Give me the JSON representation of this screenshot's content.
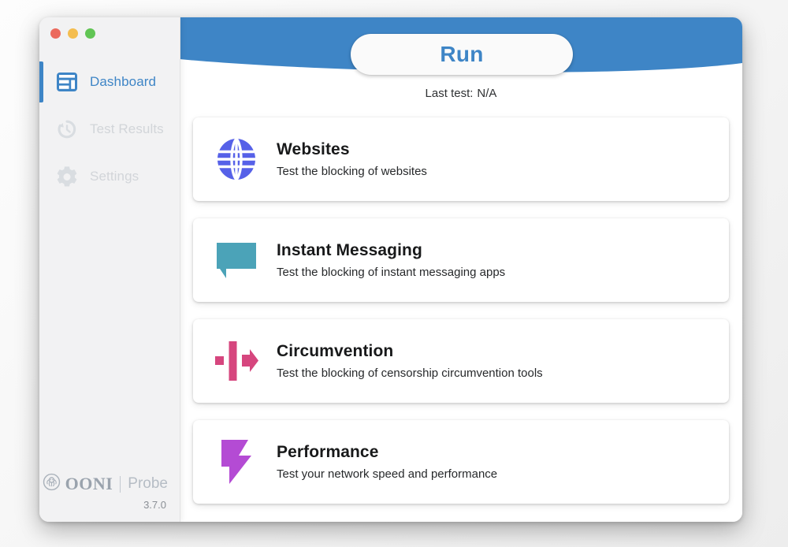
{
  "window": {
    "traffic_lights": [
      {
        "name": "close",
        "color": "#eb6a5d"
      },
      {
        "name": "minimize",
        "color": "#f4bd4f"
      },
      {
        "name": "maximize",
        "color": "#61c554"
      }
    ]
  },
  "sidebar": {
    "items": [
      {
        "label": "Dashboard",
        "icon": "dashboard-icon",
        "active": true
      },
      {
        "label": "Test Results",
        "icon": "history-clock-icon",
        "active": false
      },
      {
        "label": "Settings",
        "icon": "gear-icon",
        "active": false
      }
    ],
    "footer": {
      "brand": "OONI",
      "product": "Probe",
      "version": "3.7.0"
    }
  },
  "header": {
    "run_label": "Run",
    "last_test_label": "Last test:",
    "last_test_value": "N/A",
    "accent_color": "#3e85c6"
  },
  "cards": [
    {
      "title": "Websites",
      "description": "Test the blocking of websites",
      "icon": "globe-icon",
      "color": "#5661e8"
    },
    {
      "title": "Instant Messaging",
      "description": "Test the blocking of instant messaging apps",
      "icon": "chat-bubble-icon",
      "color": "#4ba3b8"
    },
    {
      "title": "Circumvention",
      "description": "Test the blocking of censorship circumvention tools",
      "icon": "circumvention-arrow-icon",
      "color": "#d6467e"
    },
    {
      "title": "Performance",
      "description": "Test your network speed and performance",
      "icon": "lightning-bolt-icon",
      "color": "#b44bd4"
    }
  ]
}
